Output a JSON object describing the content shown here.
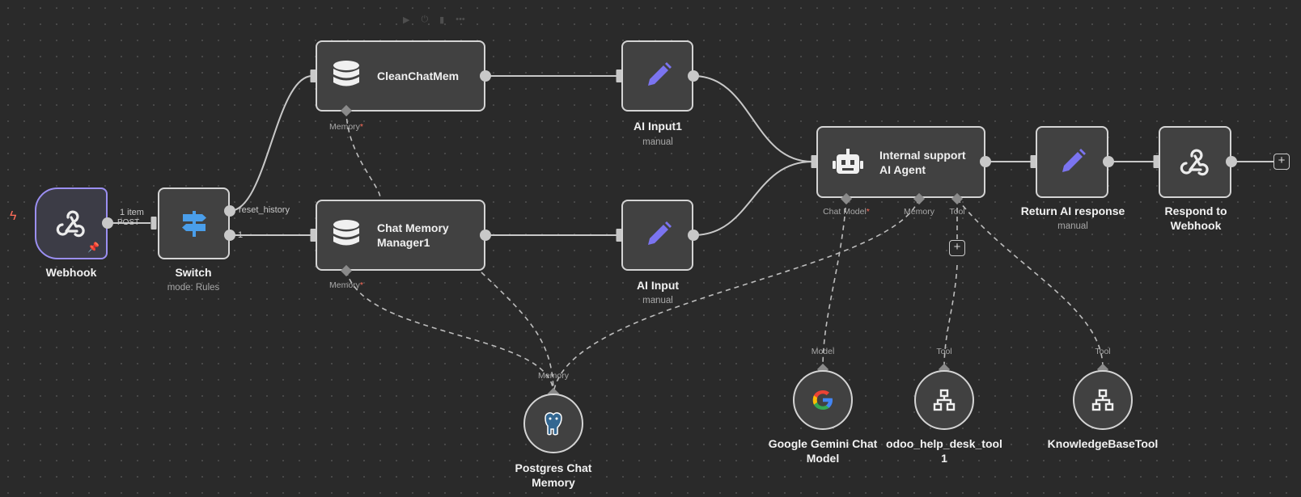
{
  "toolbar": {
    "run_icon": "play-icon",
    "power_icon": "power-icon",
    "delete_icon": "trash-icon",
    "more_label": "•••"
  },
  "trigger_icon": "ϟ",
  "colors": {
    "canvas_bg": "#2a2a2a",
    "node_bg": "#414141",
    "node_border": "#d4d4d4",
    "trigger_border": "#9b8ff2",
    "required_star": "#ff6d5a",
    "edit_icon": "#7b74f0",
    "switch_icon": "#4a9eea"
  },
  "nodes": {
    "webhook": {
      "name": "Webhook",
      "icon": "webhook-icon",
      "pinned_icon": "pin-icon"
    },
    "switch": {
      "name": "Switch",
      "subtitle": "mode: Rules",
      "icon": "signpost-icon"
    },
    "clean_chat_mem": {
      "name": "CleanChatMem",
      "icon": "database-icon",
      "memory_label": "Memory",
      "required": "*"
    },
    "chat_memory_manager": {
      "name": "Chat Memory\nManager1",
      "icon": "database-icon",
      "memory_label": "Memory",
      "required": "*"
    },
    "ai_input1": {
      "name": "AI Input1",
      "subtitle": "manual",
      "icon": "pencil-icon"
    },
    "ai_input": {
      "name": "AI Input",
      "subtitle": "manual",
      "icon": "pencil-icon"
    },
    "agent": {
      "name": "Internal support\nAI Agent",
      "icon": "robot-icon",
      "chat_model_label": "Chat Model",
      "required": "*",
      "memory_label": "Memory",
      "tool_label": "Tool"
    },
    "return_ai": {
      "name": "Return AI response",
      "subtitle": "manual",
      "icon": "pencil-icon"
    },
    "respond": {
      "name": "Respond to Webhook",
      "icon": "webhook-icon"
    },
    "postgres": {
      "name": "Postgres Chat\nMemory",
      "port_label": "Memory",
      "icon": "postgres-elephant-icon"
    },
    "gemini": {
      "name": "Google Gemini Chat\nModel",
      "port_label": "Model",
      "icon": "google-g-icon"
    },
    "odoo_tool": {
      "name": "odoo_help_desk_tool\n1",
      "port_label": "Tool",
      "icon": "network-icon"
    },
    "kb_tool": {
      "name": "KnowledgeBaseTool",
      "port_label": "Tool",
      "icon": "network-icon"
    }
  },
  "edges": {
    "webhook_items": "1 item",
    "webhook_method": "POST",
    "switch_out0": "reset_history",
    "switch_out1": "1",
    "add_plus": "+"
  }
}
